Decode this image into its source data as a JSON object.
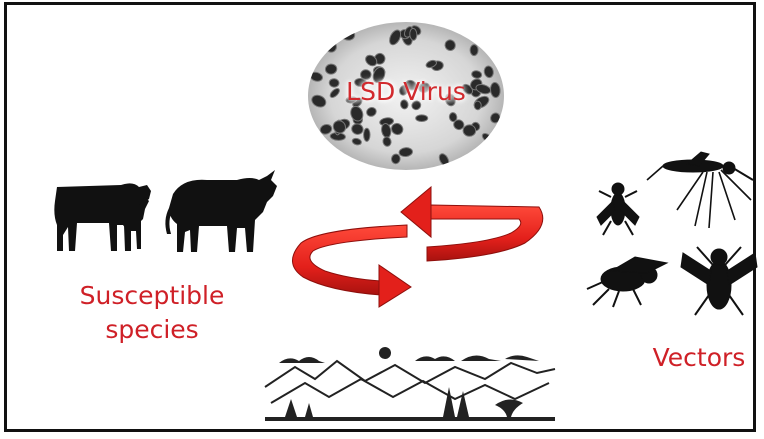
{
  "labels": {
    "virus": "LSD Virus",
    "susceptible_line1": "Susceptible",
    "susceptible_line2": "species",
    "vectors": "Vectors"
  },
  "colors": {
    "label_red": "#cf2027",
    "arrow_red": "#e3201b",
    "silhouette": "#111111",
    "frame": "#111111"
  },
  "icons": {
    "virus": "virus-micrograph-icon",
    "cattle": "cattle-silhouette-icon",
    "bull": "bull-silhouette-icon",
    "cycle": "cycle-arrows-icon",
    "landscape": "landscape-icon",
    "insects": [
      "fly-icon",
      "mosquito-icon",
      "housefly-icon",
      "horsefly-icon"
    ]
  }
}
